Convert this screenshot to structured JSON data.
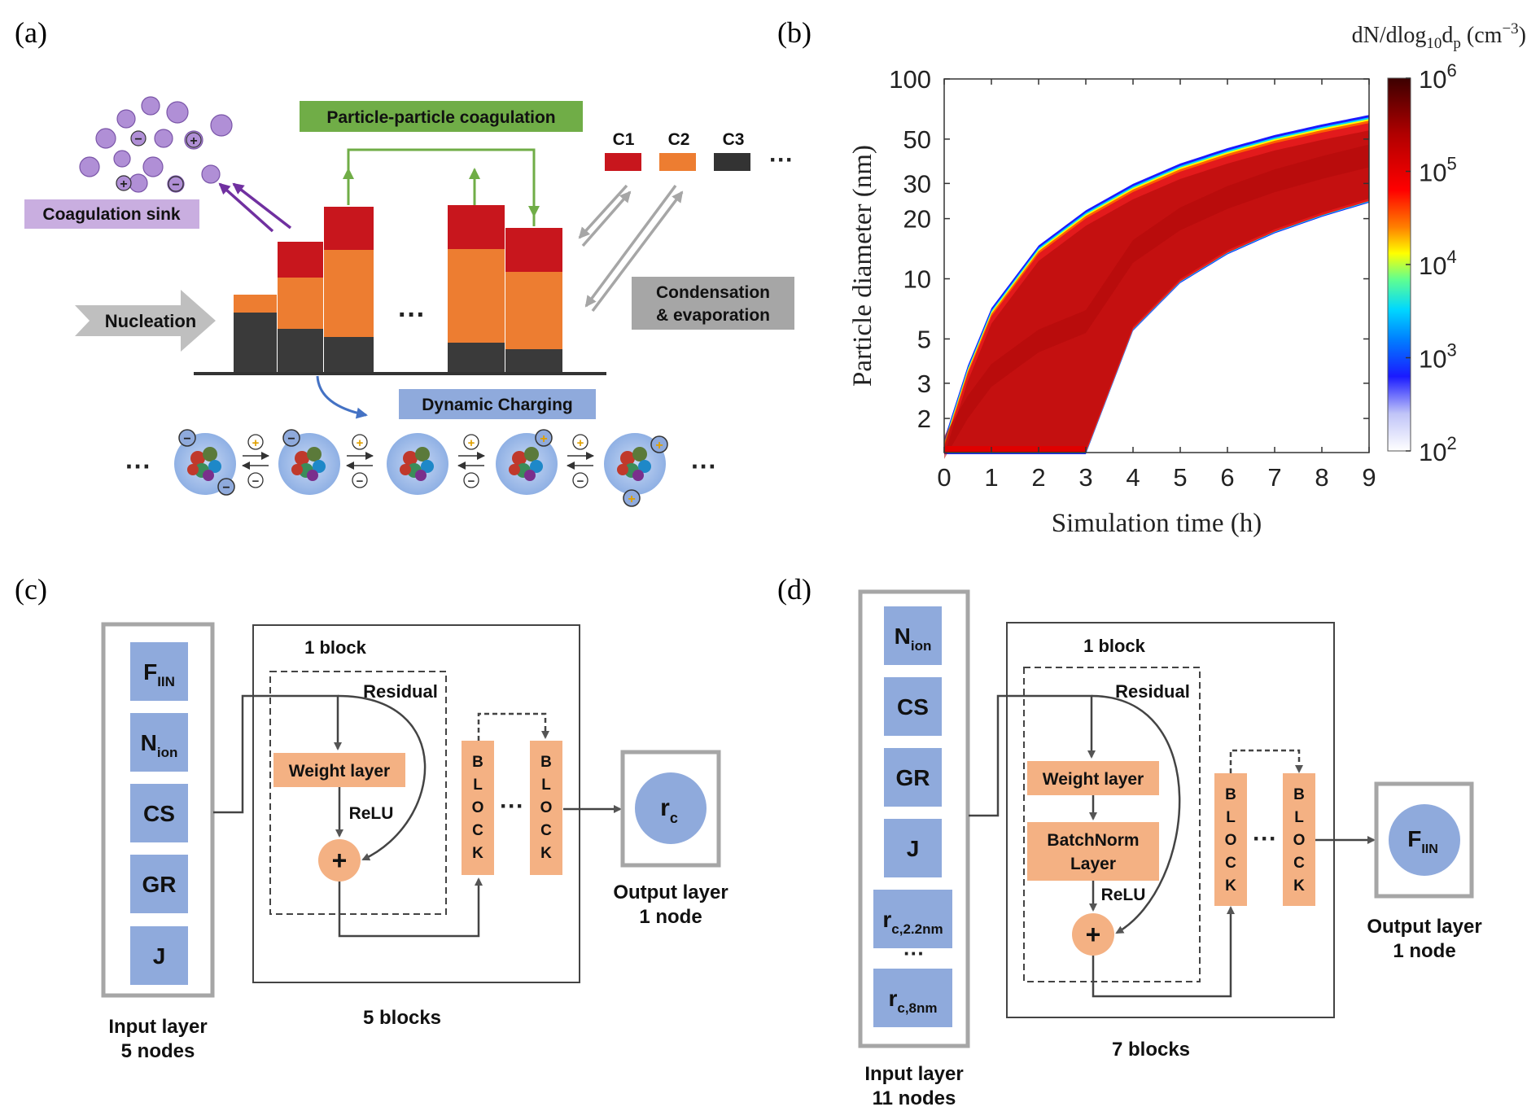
{
  "panels": {
    "a": {
      "letter": "(a)",
      "coagulation_sink": "Coagulation sink",
      "particle_coagulation": "Particle-particle coagulation",
      "nucleation": "Nucleation",
      "condensation_1": "Condensation",
      "condensation_2": "& evaporation",
      "dynamic_charging": "Dynamic Charging",
      "legend": [
        {
          "label": "C1",
          "color": "#c8161d"
        },
        {
          "label": "C2",
          "color": "#ed7d31"
        },
        {
          "label": "C3",
          "color": "#333333"
        }
      ],
      "ellipsis": "···",
      "colors": {
        "sink_box": "#c9aee0",
        "coag_box": "#70ad47",
        "nucleation_arrow": "#bfbfbf",
        "cond_box": "#a6a6a6",
        "charging_box": "#8faadc",
        "particle": "#b08fd6"
      }
    },
    "b": {
      "letter": "(b)",
      "colorbar_title": "dN/dlog",
      "colorbar_title_sub1": "10",
      "colorbar_title_mid": "d",
      "colorbar_title_sub2": "p",
      "colorbar_title_unit": " (cm",
      "colorbar_title_sup": "−3",
      "colorbar_title_end": ")"
    },
    "c": {
      "letter": "(c)",
      "inputs": [
        {
          "main": "F",
          "sub": "IIN"
        },
        {
          "main": "N",
          "sub": "ion"
        },
        {
          "main": "CS",
          "sub": ""
        },
        {
          "main": "GR",
          "sub": ""
        },
        {
          "main": "J",
          "sub": ""
        }
      ],
      "block_title": "1 block",
      "residual": "Residual",
      "weight_layer": "Weight layer",
      "relu": "ReLU",
      "plus": "+",
      "block_letters": [
        "B",
        "L",
        "O",
        "C",
        "K"
      ],
      "blocks_label": "5 blocks",
      "output_main": "r",
      "output_sub": "c",
      "output_label_1": "Output layer",
      "output_label_2": "1 node",
      "input_label_1": "Input layer",
      "input_label_2": "5 nodes"
    },
    "d": {
      "letter": "(d)",
      "inputs": [
        {
          "main": "N",
          "sub": "ion"
        },
        {
          "main": "CS",
          "sub": ""
        },
        {
          "main": "GR",
          "sub": ""
        },
        {
          "main": "J",
          "sub": ""
        },
        {
          "main": "r",
          "sub": "c,2.2nm"
        },
        {
          "main": "r",
          "sub": "c,8nm"
        }
      ],
      "block_title": "1 block",
      "residual": "Residual",
      "weight_layer": "Weight layer",
      "batchnorm_1": "BatchNorm",
      "batchnorm_2": "Layer",
      "relu": "ReLU",
      "plus": "+",
      "block_letters": [
        "B",
        "L",
        "O",
        "C",
        "K"
      ],
      "blocks_label": "7 blocks",
      "output_main": "F",
      "output_sub": "IIN",
      "output_label_1": "Output layer",
      "output_label_2": "1 node",
      "input_label_1": "Input layer",
      "input_label_2": "11 nodes"
    }
  },
  "chart_data": {
    "type": "heatmap",
    "xlabel": "Simulation time (h)",
    "ylabel": "Particle diameter (nm)",
    "x_ticks": [
      0,
      1,
      2,
      3,
      4,
      5,
      6,
      7,
      8,
      9
    ],
    "xlim": [
      0,
      9
    ],
    "y_scale": "log",
    "y_ticks": [
      2,
      3,
      5,
      10,
      20,
      30,
      50,
      100
    ],
    "ylim": [
      1.35,
      100
    ],
    "colorbar": {
      "scale": "log",
      "range": [
        100,
        1000000
      ],
      "tick_base": "10",
      "tick_exponents": [
        "2",
        "3",
        "4",
        "5",
        "6"
      ]
    },
    "upper_edge_nm": [
      [
        0,
        1.5
      ],
      [
        0.5,
        3.5
      ],
      [
        1,
        6.8
      ],
      [
        2,
        14
      ],
      [
        3,
        21
      ],
      [
        4,
        28.5
      ],
      [
        5,
        36
      ],
      [
        6,
        43
      ],
      [
        7,
        50
      ],
      [
        8,
        56.5
      ],
      [
        9,
        63
      ]
    ],
    "lower_edge_nm": [
      [
        3,
        1.35
      ],
      [
        4,
        5.6
      ],
      [
        5,
        9.7
      ],
      [
        6,
        13.5
      ],
      [
        7,
        17.2
      ],
      [
        8,
        20.8
      ],
      [
        9,
        24.5
      ]
    ]
  }
}
